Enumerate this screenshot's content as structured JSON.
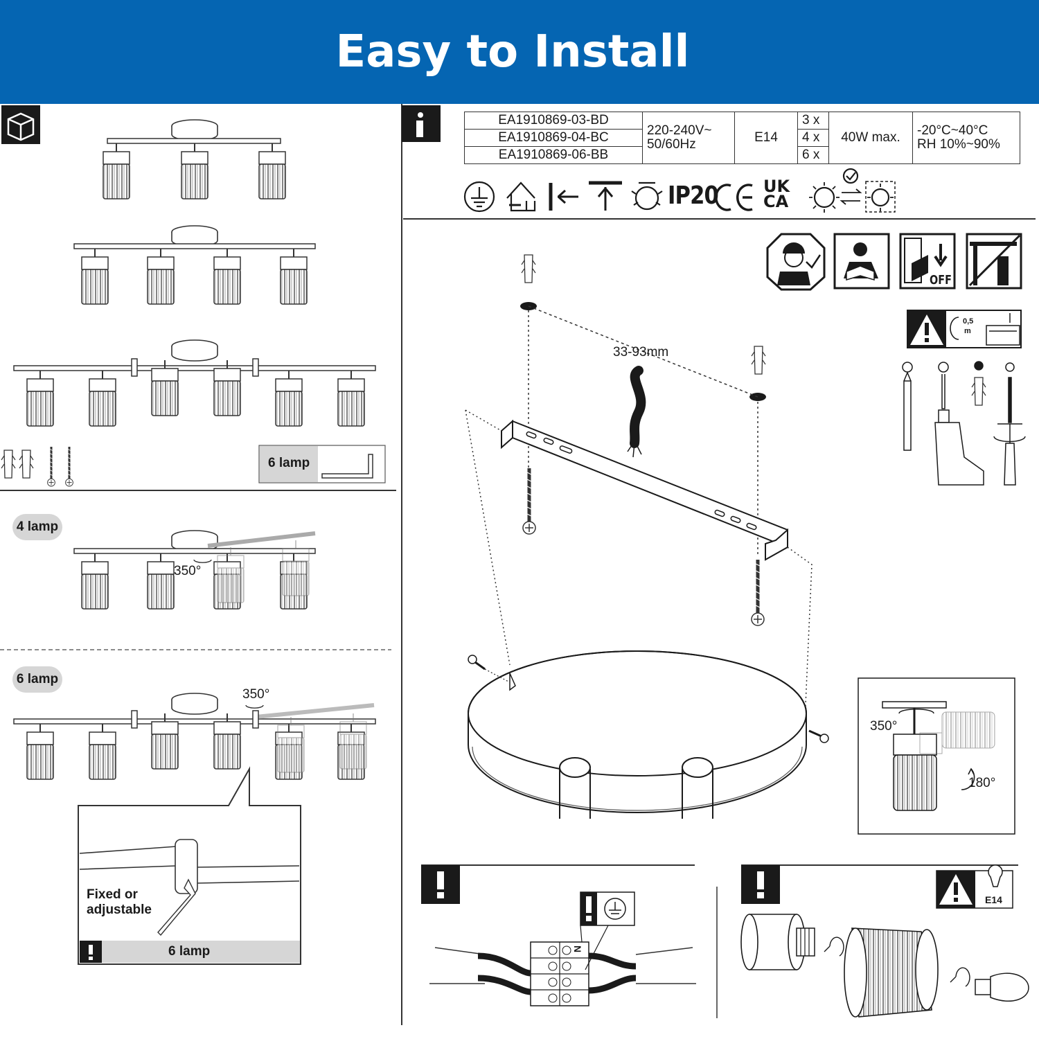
{
  "header": {
    "title": "Easy to Install",
    "background": "#0565b2"
  },
  "left_panel": {
    "package_icon": "box-icon",
    "kit_label": "6 lamp",
    "section_4": {
      "label": "4 lamp",
      "rotation": "350°"
    },
    "section_6": {
      "label": "6 lamp",
      "rotation": "350°"
    },
    "detail": {
      "text_line1": "Fixed or",
      "text_line2": "adjustable",
      "footer": "6 lamp"
    }
  },
  "info": {
    "icon": "info-icon",
    "models": [
      "EA1910869-03-BD",
      "EA1910869-04-BC",
      "EA1910869-06-BB"
    ],
    "voltage_line1": "220-240V~",
    "voltage_line2": "50/60Hz",
    "socket": "E14",
    "counts": [
      "3 x",
      "4 x",
      "6 x"
    ],
    "wattage": "40W max.",
    "temp": "-20°C~40°C",
    "humidity": "RH 10%~90%",
    "ip_rating": "IP20",
    "ce_mark": "CE",
    "ukca_line1": "UK",
    "ukca_line2": "CA"
  },
  "mounting": {
    "spacing": "33-93mm",
    "rotation": "350°",
    "tilt": "180°",
    "off_label": "OFF",
    "distance": "0,5",
    "distance_unit": "m"
  },
  "bottom": {
    "socket_label": "E14",
    "terminal_label": "N"
  }
}
